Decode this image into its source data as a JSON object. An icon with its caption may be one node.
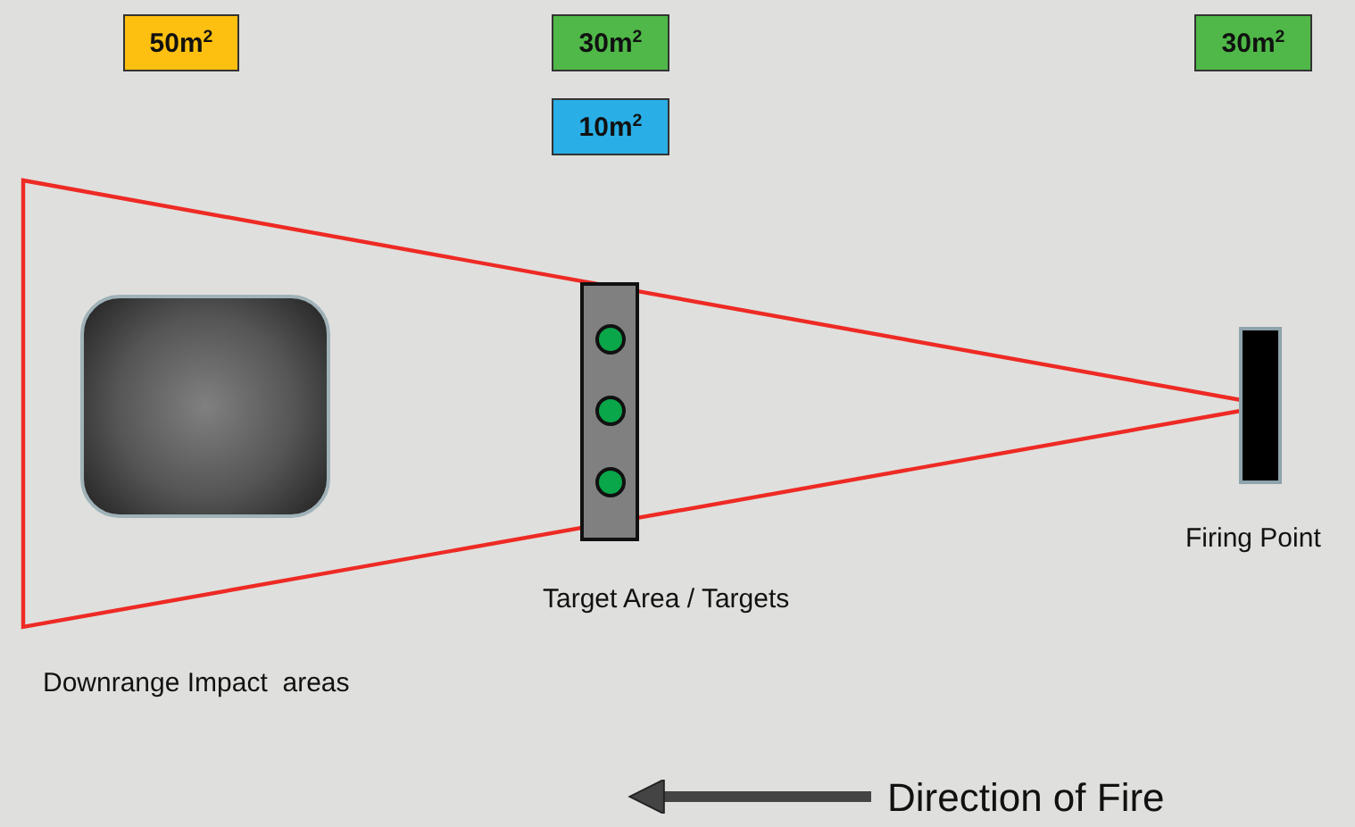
{
  "diagram": {
    "nodes": [
      {
        "text": [
          "50m$^{2}$"
        ]
      },
      {
        "text": [
          "30m$^{2}$"
        ]
      },
      {
        "text": [
          "10m$^{2}$"
        ]
      },
      {
        "text": [
          "30m$^{2}$"
        ]
      },
      {
        "text": [],
        "shape": "box"
      },
      {
        "text": [],
        "shape": "bar",
        "beside": [
          "Target Area / Targets"
        ]
      },
      {
        "text": [],
        "shape": "bar",
        "beside": [
          "Firing Point"
        ]
      }
    ],
    "labels": [
      "Downrange Impact  areas",
      "Direction of Fire"
    ]
  }
}
